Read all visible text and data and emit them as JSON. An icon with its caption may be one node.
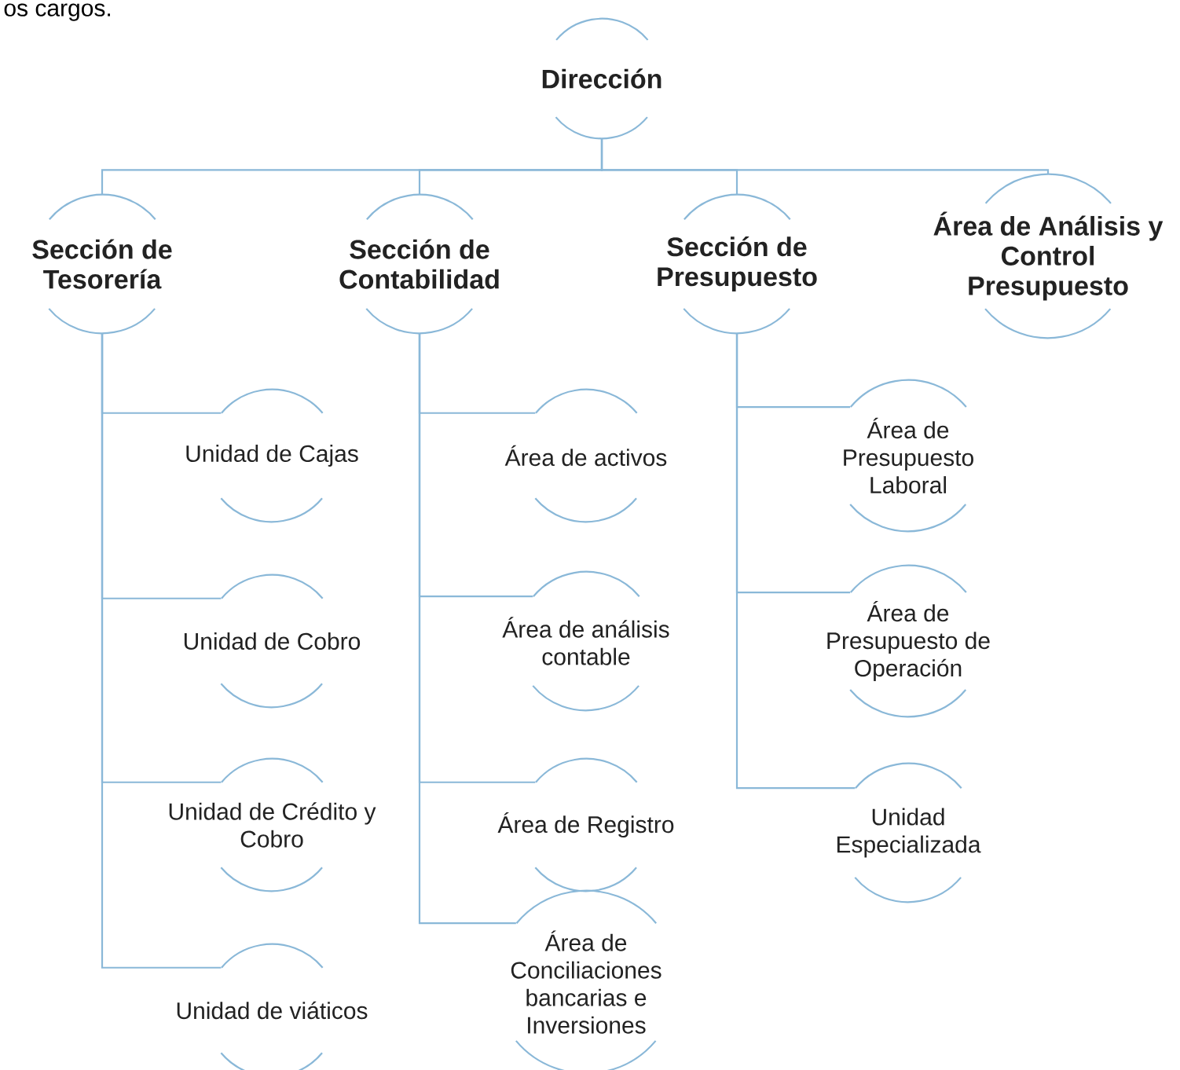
{
  "diagram": {
    "nodes": [
      {
        "text": [
          "Dirección"
        ]
      },
      {
        "text": [
          "Sección de Tesorería"
        ]
      },
      {
        "text": [
          "Sección de Contabilidad"
        ]
      },
      {
        "text": [
          "Sección de Presupuesto"
        ]
      },
      {
        "text": [
          "Área de Análisis y Control Presupuesto"
        ]
      },
      {
        "text": [
          "Unidad de Cajas"
        ]
      },
      {
        "text": [
          "Unidad de Cobro"
        ]
      },
      {
        "text": [
          "Unidad de Crédito y Cobro"
        ]
      },
      {
        "text": [
          "Unidad de viáticos"
        ]
      },
      {
        "text": [
          "Área de activos"
        ]
      },
      {
        "text": [
          "Área de análisis contable"
        ]
      },
      {
        "text": [
          "Área de Registro"
        ]
      },
      {
        "text": [
          "Área de Conciliaciones bancarias e Inversiones"
        ]
      },
      {
        "text": [
          "Área de Presupuesto Laboral"
        ]
      },
      {
        "text": [
          "Área de Presupuesto de Operación"
        ]
      },
      {
        "text": [
          "Unidad Especializada"
        ]
      }
    ],
    "edges": [
      {
        "from": 0,
        "to": 1,
        "arrow": "none"
      },
      {
        "from": 0,
        "to": 2,
        "arrow": "none"
      },
      {
        "from": 0,
        "to": 3,
        "arrow": "none"
      },
      {
        "from": 0,
        "to": 4,
        "arrow": "none"
      },
      {
        "from": 1,
        "to": 5,
        "arrow": "none"
      },
      {
        "from": 1,
        "to": 6,
        "arrow": "none"
      },
      {
        "from": 1,
        "to": 7,
        "arrow": "none"
      },
      {
        "from": 1,
        "to": 8,
        "arrow": "none"
      },
      {
        "from": 2,
        "to": 9,
        "arrow": "none"
      },
      {
        "from": 2,
        "to": 10,
        "arrow": "none"
      },
      {
        "from": 2,
        "to": 11,
        "arrow": "none"
      },
      {
        "from": 2,
        "to": 12,
        "arrow": "none"
      },
      {
        "from": 3,
        "to": 13,
        "arrow": "none"
      },
      {
        "from": 3,
        "to": 14,
        "arrow": "none"
      },
      {
        "from": 3,
        "to": 15,
        "arrow": "none"
      }
    ],
    "labels": [
      "os cargos."
    ]
  }
}
